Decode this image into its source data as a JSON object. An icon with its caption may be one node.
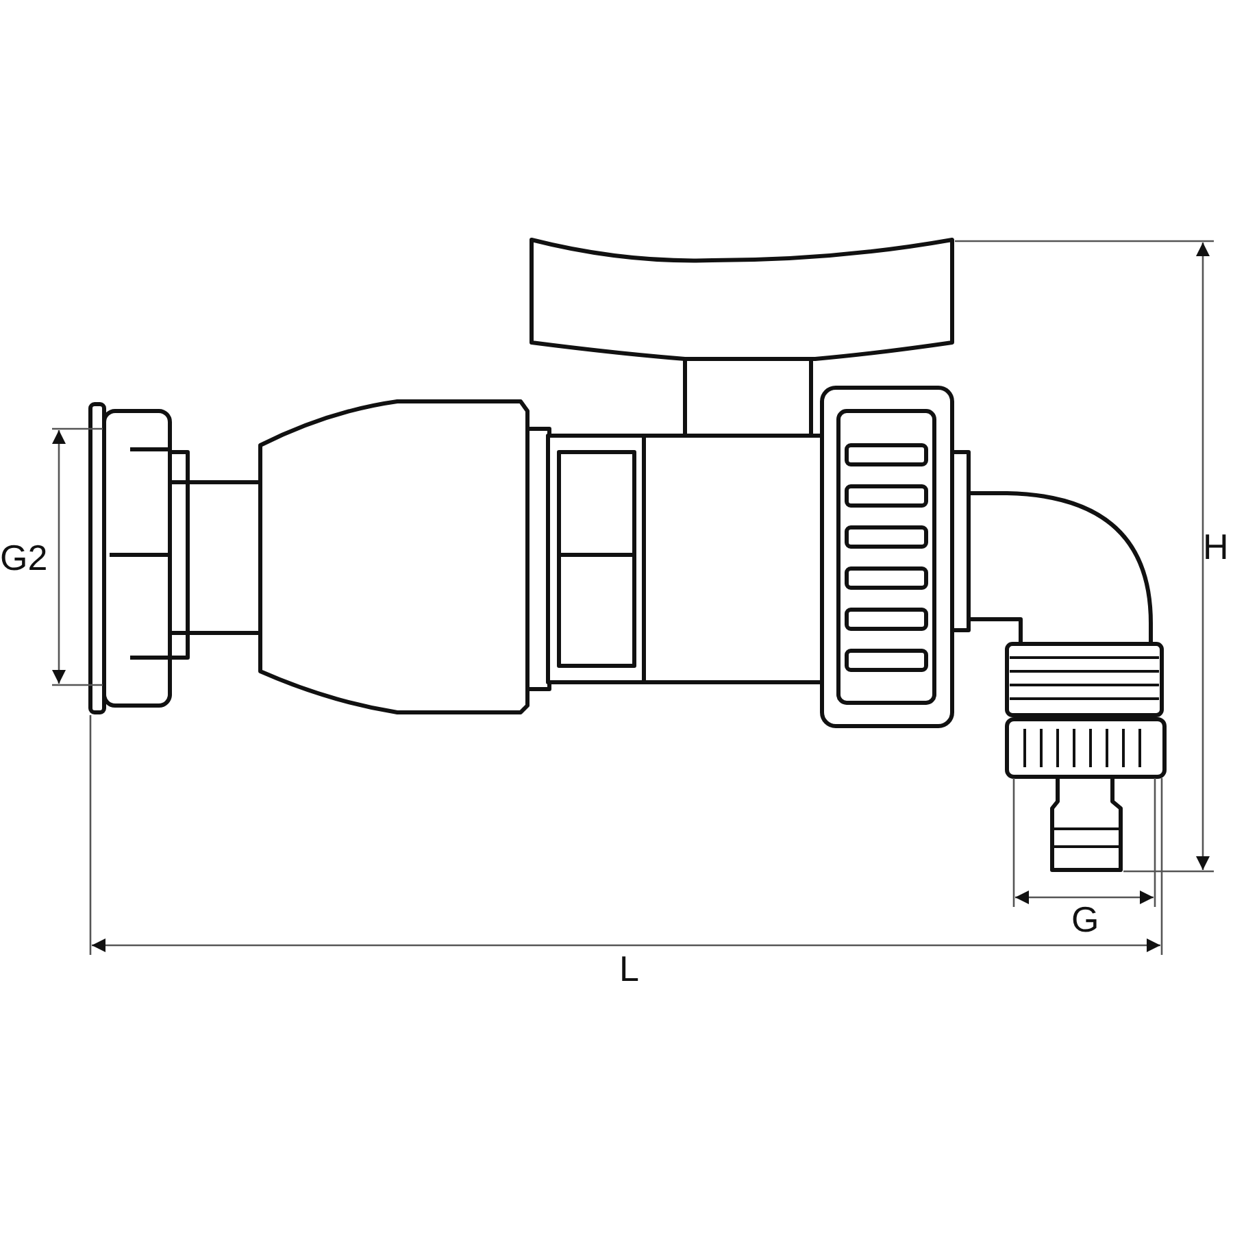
{
  "diagram": {
    "labels": [
      "G2",
      "H",
      "G",
      "L"
    ]
  }
}
